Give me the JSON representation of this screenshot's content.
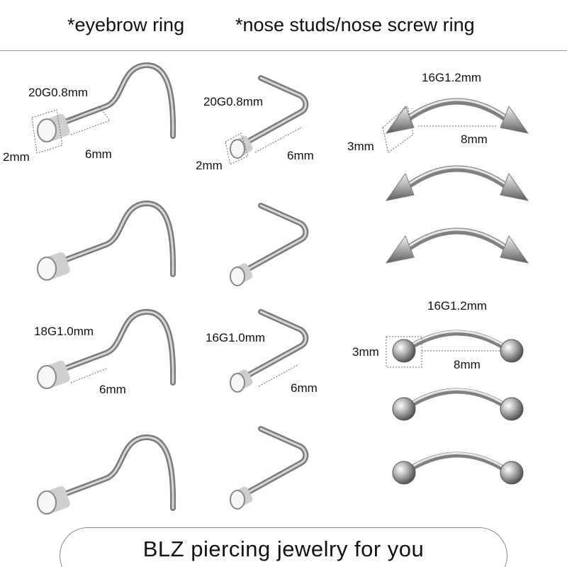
{
  "header": {
    "left_title": "*eyebrow ring",
    "right_title": "*nose studs/nose screw ring"
  },
  "labels": {
    "screw_gauge_1": "20G0.8mm",
    "screw_disc_1": "2mm",
    "screw_len_1": "6mm",
    "lbend_gauge_1": "20G0.8mm",
    "lbend_disc_1": "2mm",
    "lbend_len_1": "6mm",
    "spike_gauge": "16G1.2mm",
    "spike_size": "3mm",
    "spike_len": "8mm",
    "screw_gauge_2": "18G1.0mm",
    "screw_len_2": "6mm",
    "lbend_gauge_2": "16G1.0mm",
    "lbend_len_2": "6mm",
    "ball_gauge": "16G1.2mm",
    "ball_size": "3mm",
    "ball_len": "8mm"
  },
  "footer": {
    "text": "BLZ piercing jewelry for you"
  }
}
